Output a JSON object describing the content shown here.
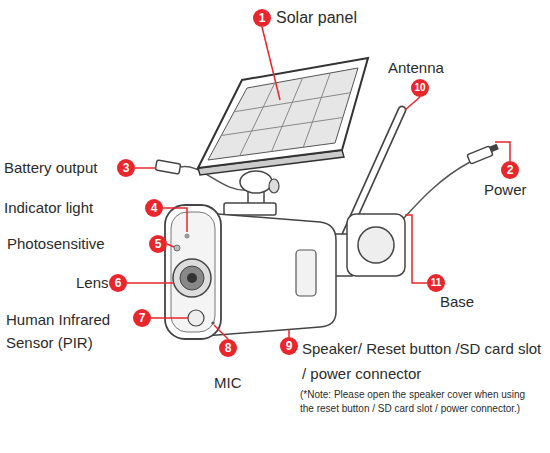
{
  "diagram": {
    "nodes": [
      {
        "text": [
          "1"
        ]
      },
      {
        "text": [
          "10"
        ]
      },
      {
        "text": [
          "3"
        ]
      },
      {
        "text": [
          "2"
        ]
      },
      {
        "text": [
          "4"
        ]
      },
      {
        "text": [
          "5"
        ]
      },
      {
        "text": [
          "6"
        ]
      },
      {
        "text": [
          "11"
        ]
      },
      {
        "text": [
          "7"
        ]
      },
      {
        "text": [
          "9"
        ]
      },
      {
        "text": [
          "8"
        ]
      }
    ],
    "labels": [
      "Solar panel",
      "Antenna",
      "Battery output",
      "Power",
      "Indicator light",
      "Photosensitive",
      "Lens",
      "Base",
      "Human Infrared Sensor (PIR)",
      "Speaker/ Reset button /SD card slot / power connector",
      "(*Note: Please open the speaker cover when using the reset button / SD card slot / power connector.)",
      "MIC"
    ]
  }
}
